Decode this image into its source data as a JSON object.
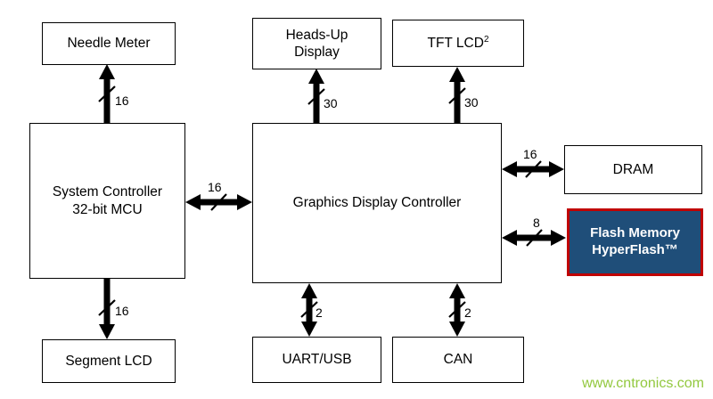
{
  "diagram": {
    "blocks": {
      "needle_meter": {
        "label": "Needle Meter"
      },
      "heads_up_display": {
        "line1": "Heads-Up",
        "line2": "Display"
      },
      "tft_lcd": {
        "label": "TFT LCD",
        "superscript": "2"
      },
      "system_controller": {
        "line1": "System Controller",
        "line2": "32-bit MCU"
      },
      "graphics_display_controller": {
        "label": "Graphics Display Controller"
      },
      "dram": {
        "label": "DRAM"
      },
      "flash_memory": {
        "line1": "Flash Memory",
        "line2": "HyperFlash™"
      },
      "segment_lcd": {
        "label": "Segment LCD"
      },
      "uart_usb": {
        "label": "UART/USB"
      },
      "can": {
        "label": "CAN"
      }
    },
    "bus_widths": {
      "needle_meter": "16",
      "heads_up_display": "30",
      "tft_lcd": "30",
      "mcu_to_gdc": "16",
      "dram": "16",
      "flash_memory": "8",
      "segment_lcd": "16",
      "uart_usb": "2",
      "can": "2"
    },
    "colors": {
      "flash_fill": "#1f4e79",
      "flash_border": "#c00000",
      "arrow": "#000000",
      "watermark": "#92c83e"
    },
    "watermark": "www.cntronics.com"
  }
}
